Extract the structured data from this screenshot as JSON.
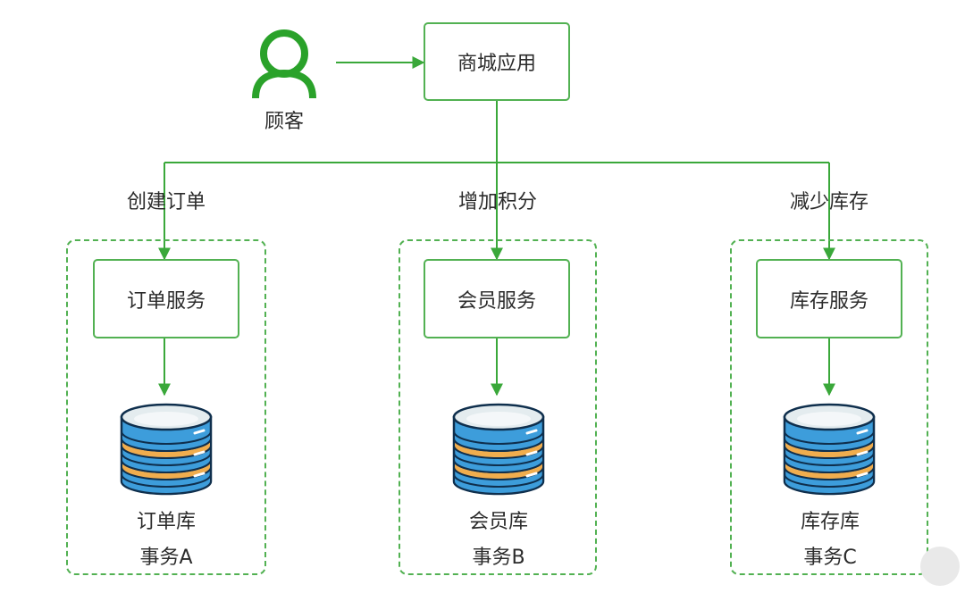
{
  "customer": {
    "label": "顾客",
    "icon": "person-icon"
  },
  "app": {
    "label": "商城应用"
  },
  "actions": {
    "order": "创建订单",
    "points": "增加积分",
    "stock": "减少库存"
  },
  "services": [
    {
      "name": "订单服务",
      "db": "订单库",
      "tx": "事务A"
    },
    {
      "name": "会员服务",
      "db": "会员库",
      "tx": "事务B"
    },
    {
      "name": "库存服务",
      "db": "库存库",
      "tx": "事务C"
    }
  ],
  "colors": {
    "line": "#3aa83a",
    "border": "#52b152",
    "db_blue": "#3d9ddb",
    "db_top": "#e4ecef",
    "db_orange": "#f0ad4e",
    "db_outline": "#0f2f4d"
  }
}
